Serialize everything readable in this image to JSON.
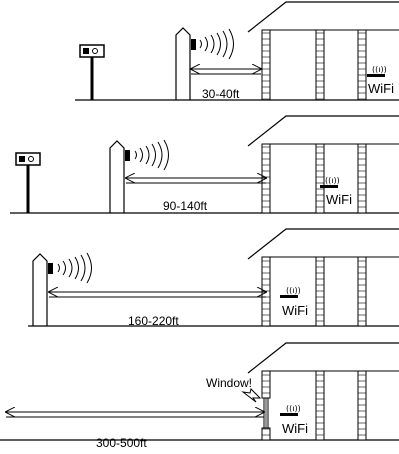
{
  "colors": {
    "stroke": "#000000",
    "background": "#ffffff"
  },
  "icons": [
    "wifi-router-icon",
    "signal-waves-icon",
    "receiver-box-icon",
    "double-arrow-icon"
  ],
  "panels": [
    {
      "distance": "30-40ft",
      "wifi_label": "WiFi"
    },
    {
      "distance": "90-140ft",
      "wifi_label": "WiFi"
    },
    {
      "distance": "160-220ft",
      "wifi_label": "WiFi"
    },
    {
      "distance": "300-500ft",
      "wifi_label": "WiFi",
      "callout": "Window!"
    }
  ]
}
